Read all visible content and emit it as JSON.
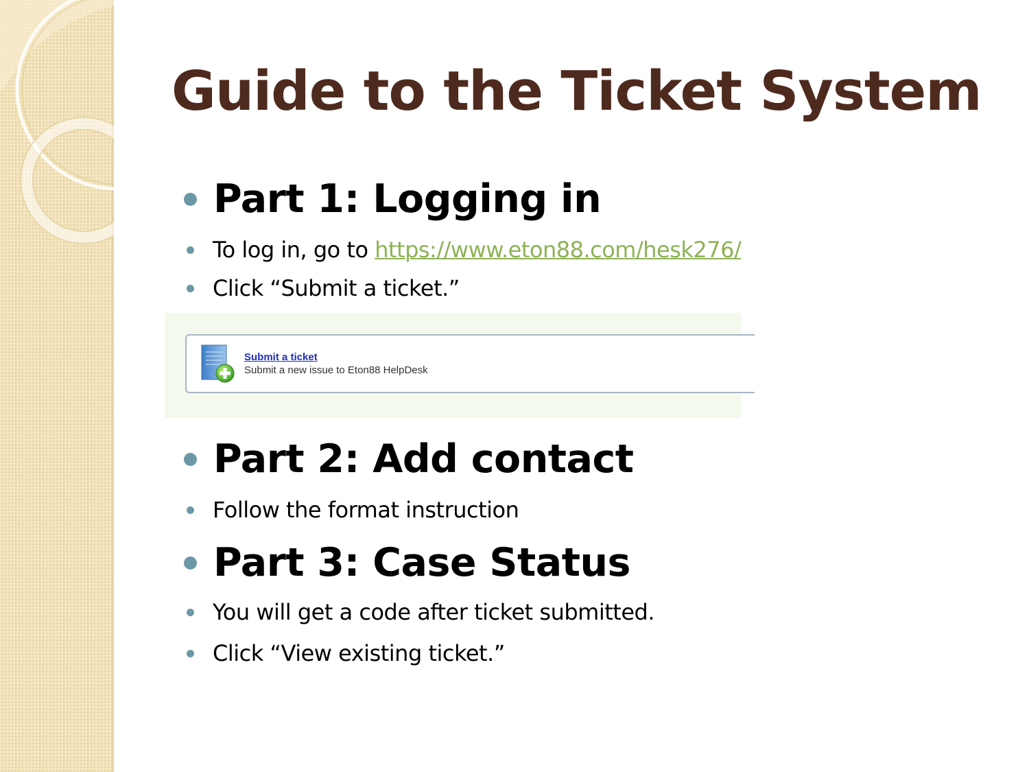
{
  "slide": {
    "title": "Guide to the Ticket System",
    "accent_colors": {
      "title": "#4e2a1e",
      "bullet": "#6b98a5",
      "link": "#8db255",
      "side_band": "#f2e2b8"
    }
  },
  "part1": {
    "heading": "Part 1: Logging in",
    "line1_prefix": "To log in, go to ",
    "line1_link": "https://www.eton88.com/hesk276/",
    "line2": "Click “Submit a ticket.”"
  },
  "submit_panel": {
    "icon": "document-add-icon",
    "link_label": "Submit a ticket",
    "description": "Submit a new issue to Eton88 HelpDesk"
  },
  "part2": {
    "heading": "Part 2: Add contact",
    "line1": "Follow the format instruction"
  },
  "part3": {
    "heading": "Part 3: Case Status",
    "line1": "You will get a code after ticket submitted.",
    "line2": "Click “View existing ticket.”"
  }
}
